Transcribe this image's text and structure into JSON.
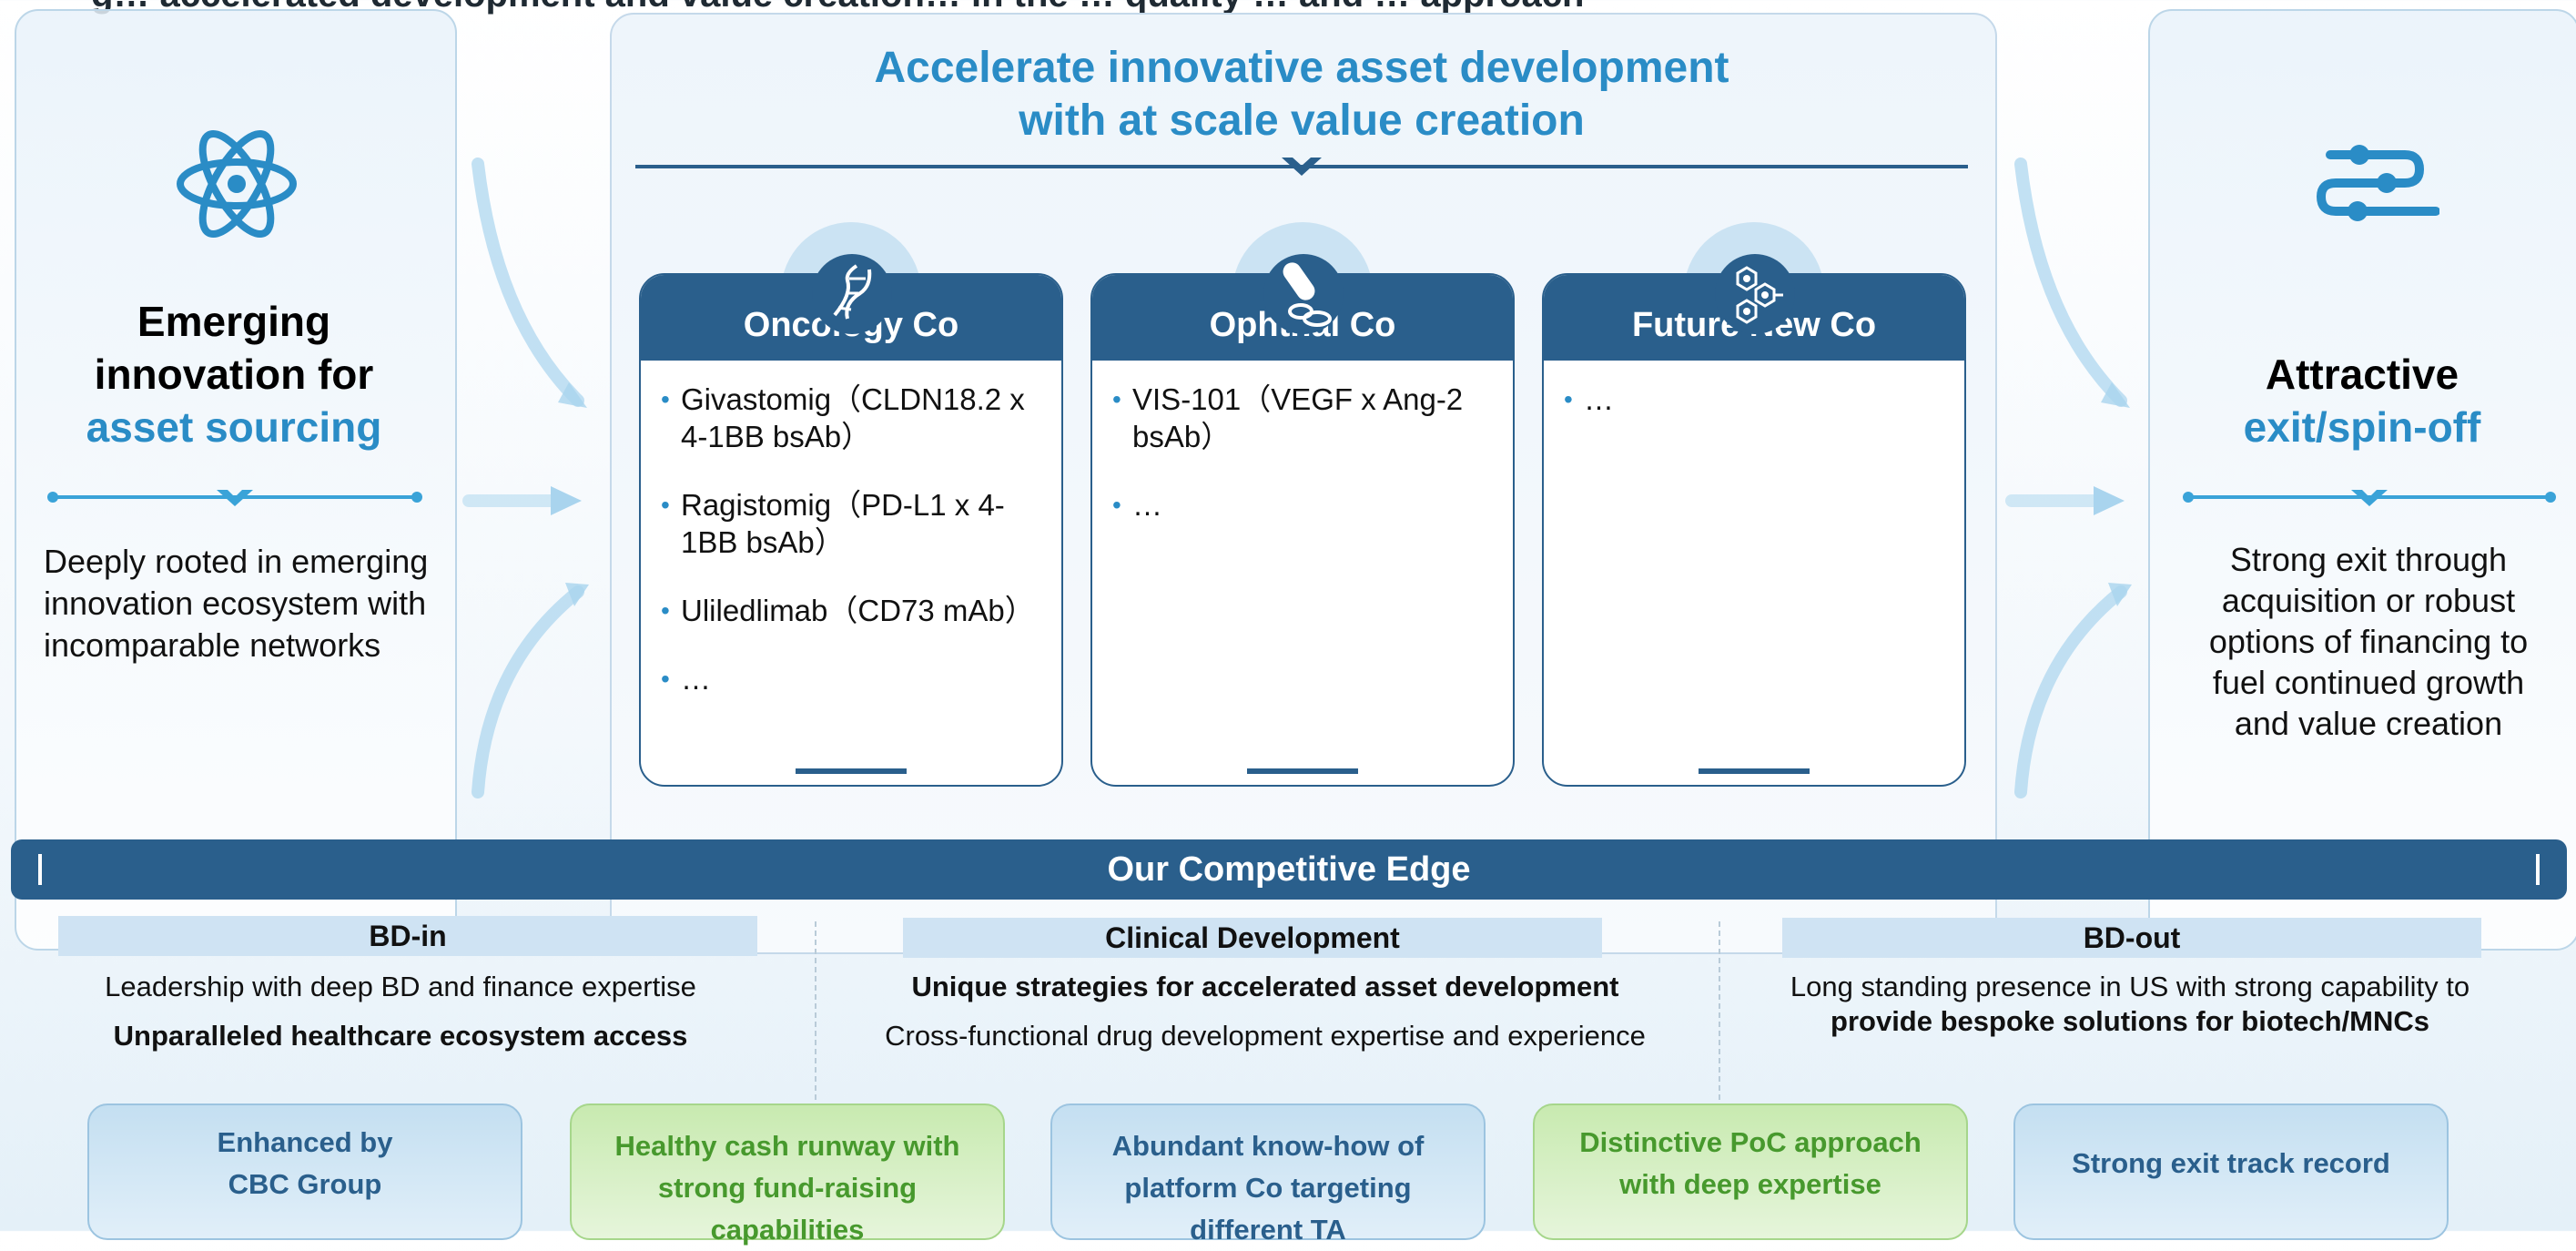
{
  "page": {
    "cut_title": "g… accelerated development and value creation… in the … quality … and … approach"
  },
  "left": {
    "icon": "atom-icon",
    "heading_line1": "Emerging",
    "heading_line2": "innovation for",
    "heading_accent": "asset sourcing",
    "text_line1": "Deeply rooted in emerging",
    "text_line2": "innovation ecosystem with",
    "text_line3": "incomparable networks"
  },
  "center": {
    "title_line1": "Accelerate innovative asset development",
    "title_line2": "with at scale value creation",
    "cards": [
      {
        "title": "Oncology Co",
        "icon": "dna-icon",
        "items": [
          "Givastomig（CLDN18.2 x 4-1BB bsAb）",
          "Ragistomig（PD-L1 x 4-1BB bsAb）",
          "Uliledlimab（CD73 mAb）",
          "…"
        ]
      },
      {
        "title": "Ophthal Co",
        "icon": "pill-capsule-icon",
        "items": [
          "VIS-101（VEGF x Ang-2 bsAb）",
          "…"
        ]
      },
      {
        "title": "Future New Co",
        "icon": "molecule-network-icon",
        "items": [
          "…"
        ]
      }
    ]
  },
  "right": {
    "icon": "sliders-icon",
    "heading_line1": "Attractive",
    "heading_accent": "exit/spin-off",
    "text_line1": "Strong exit through",
    "text_line2": "acquisition or robust",
    "text_line3": "options of financing to",
    "text_line4": "fuel continued growth",
    "text_line5": "and value creation"
  },
  "edge": {
    "title": "Our Competitive Edge",
    "columns": [
      {
        "label": "BD-in",
        "line1": "Leadership with deep BD and finance expertise",
        "line2": "Unparalleled healthcare ecosystem access"
      },
      {
        "label": "Clinical Development",
        "line1": "Unique strategies for accelerated asset development",
        "line2": "Cross-functional drug development expertise and experience"
      },
      {
        "label": "BD-out",
        "line1": "Long standing presence in US with strong capability to",
        "line2": "provide bespoke solutions for biotech/MNCs"
      }
    ],
    "pills": [
      {
        "text": "Enhanced by CBC Group",
        "color": "blue"
      },
      {
        "text": "Healthy cash runway with strong fund-raising capabilities",
        "color": "green"
      },
      {
        "text": "Abundant know-how of platform Co targeting different TA",
        "color": "blue"
      },
      {
        "text": "Distinctive PoC approach with deep expertise",
        "color": "green"
      },
      {
        "text": "Strong exit track record",
        "color": "blue"
      }
    ]
  },
  "colors": {
    "navy": "#2a5f8c",
    "accent_blue": "#2a8cc6",
    "green_text": "#47992d"
  }
}
